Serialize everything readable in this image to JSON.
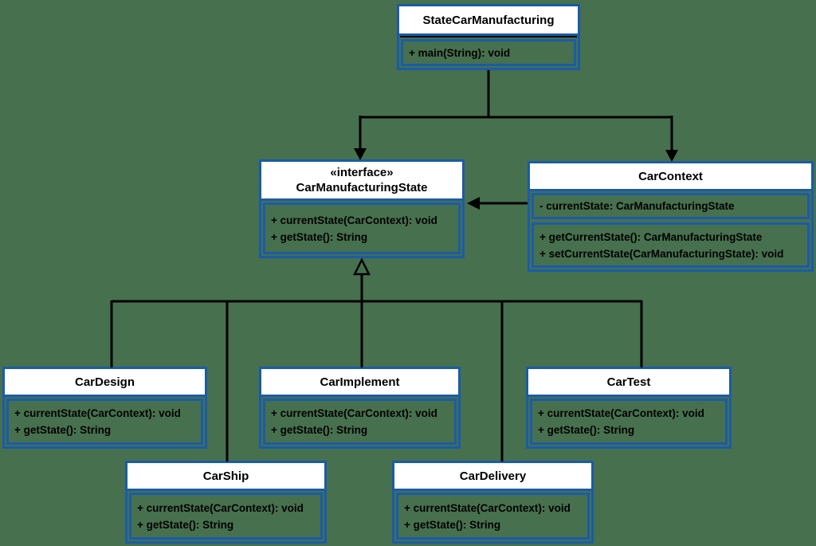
{
  "diagram": {
    "type": "uml-class-diagram",
    "pattern": "State pattern - Car Manufacturing"
  },
  "colors": {
    "background": "#47704e",
    "box_border": "#1a5ca8",
    "title_fill": "#ffffff",
    "line": "#000000",
    "text": "#000000"
  },
  "classes": {
    "state_car_manufacturing": {
      "name": "StateCarManufacturing",
      "methods": [
        "+ main(String): void"
      ]
    },
    "car_manufacturing_state": {
      "stereotype": "«interface»",
      "name": "CarManufacturingState",
      "methods": [
        "+ currentState(CarContext): void",
        "+ getState(): String"
      ]
    },
    "car_context": {
      "name": "CarContext",
      "attributes": [
        "- currentState: CarManufacturingState"
      ],
      "methods": [
        "+ getCurrentState(): CarManufacturingState",
        "+ setCurrentState(CarManufacturingState): void"
      ]
    },
    "car_design": {
      "name": "CarDesign",
      "methods": [
        "+ currentState(CarContext): void",
        "+ getState(): String"
      ]
    },
    "car_implement": {
      "name": "CarImplement",
      "methods": [
        "+ currentState(CarContext): void",
        "+ getState(): String"
      ]
    },
    "car_test": {
      "name": "CarTest",
      "methods": [
        "+ currentState(CarContext): void",
        "+ getState(): String"
      ]
    },
    "car_ship": {
      "name": "CarShip",
      "methods": [
        "+ currentState(CarContext): void",
        "+ getState(): String"
      ]
    },
    "car_delivery": {
      "name": "CarDelivery",
      "methods": [
        "+ currentState(CarContext): void",
        "+ getState(): String"
      ]
    }
  },
  "relationships": [
    {
      "from": "StateCarManufacturing",
      "to": "CarManufacturingState",
      "type": "directed-association"
    },
    {
      "from": "StateCarManufacturing",
      "to": "CarContext",
      "type": "directed-association"
    },
    {
      "from": "CarContext",
      "to": "CarManufacturingState",
      "type": "directed-association"
    },
    {
      "from": "CarDesign",
      "to": "CarManufacturingState",
      "type": "realization"
    },
    {
      "from": "CarShip",
      "to": "CarManufacturingState",
      "type": "realization"
    },
    {
      "from": "CarImplement",
      "to": "CarManufacturingState",
      "type": "realization"
    },
    {
      "from": "CarDelivery",
      "to": "CarManufacturingState",
      "type": "realization"
    },
    {
      "from": "CarTest",
      "to": "CarManufacturingState",
      "type": "realization"
    }
  ]
}
